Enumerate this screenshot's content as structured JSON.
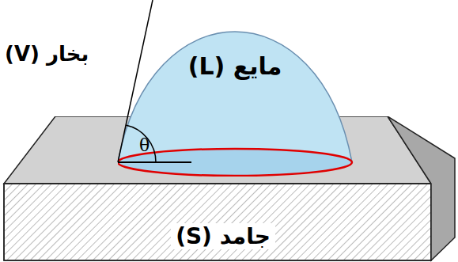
{
  "diagram": {
    "nodes": [
      {
        "text": [
          "مایع (L)"
        ]
      },
      {
        "text": [
          "جامد (S)"
        ]
      }
    ],
    "labels": [
      "بخار (V)",
      "θ"
    ]
  }
}
